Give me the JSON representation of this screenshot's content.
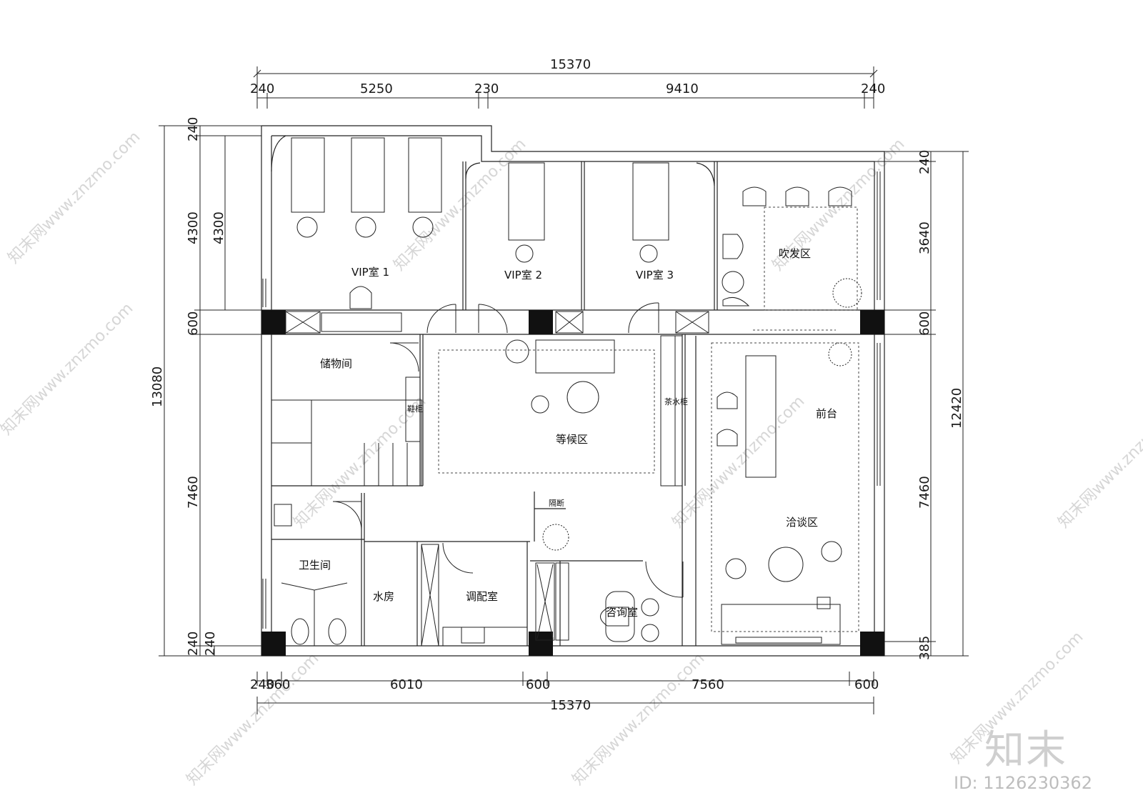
{
  "dimensions": {
    "top_total": "15370",
    "top_segments": [
      "240",
      "5250",
      "230",
      "9410",
      "240"
    ],
    "bottom_segments": [
      "240",
      "360",
      "6010",
      "600",
      "7560",
      "600"
    ],
    "bottom_total": "15370",
    "left_outer": [
      "240",
      "4300",
      "600",
      "7460",
      "240"
    ],
    "left_total": "13080",
    "left_inner": [
      "4300",
      "240"
    ],
    "right": [
      "240",
      "3640",
      "600",
      "12420",
      "7460",
      "385"
    ]
  },
  "rooms": {
    "vip1": "VIP室 1",
    "vip2": "VIP室 2",
    "vip3": "VIP室 3",
    "blow_dry": "吹发区",
    "storage": "储物间",
    "waiting": "等候区",
    "tea_cabinet": "茶水柜",
    "shoe_cabinet": "鞋柜",
    "front_desk": "前台",
    "partition": "隔断",
    "negotiation": "洽谈区",
    "restroom": "卫生间",
    "water_room": "水房",
    "mixing_room": "调配室",
    "consulting": "咨询室"
  },
  "watermark": "知末网www.znzmo.com",
  "brand": "知末",
  "image_id": "ID: 1126230362"
}
